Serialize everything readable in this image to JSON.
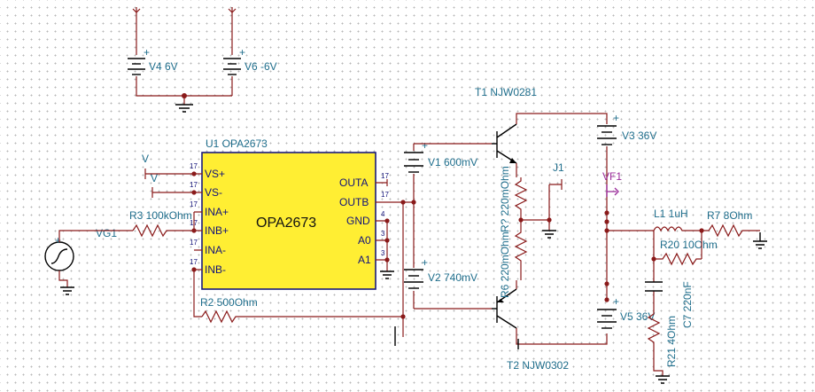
{
  "labels": {
    "u1": "U1 OPA2673",
    "u1_name": "OPA2673",
    "v4": "V4 6V",
    "v6": "V6 -6V",
    "t1": "T1 NJW0281",
    "t2": "T2 NJW0302",
    "v3": "V3 36V",
    "v5": "V5 36V",
    "v1": "V1 600mV",
    "v2": "V2 740mV",
    "j1": "J1",
    "vf1": "VF1",
    "l1": "L1 1uH",
    "r7": "R7 8Ohm",
    "r20": "R20 10Ohm",
    "c7": "C7 220nF",
    "r21": "R21 4Ohm",
    "r3": "R3 100kOhm",
    "r2": "R2 500Ohm",
    "rtop": "R? 220mOhm",
    "r6": "R6 220mOhm",
    "vg1": "VG1",
    "v_top": "V",
    "v_bot": "V"
  },
  "pins": {
    "vsp": "VS+",
    "vsm": "VS-",
    "inap": "INA+",
    "inbp": "INB+",
    "inam": "INA-",
    "inbm": "INB-",
    "outa": "OUTA",
    "outb": "OUTB",
    "gnd": "GND",
    "a0": "A0",
    "a1": "A1"
  },
  "pin_numbers": {
    "vsp": "17",
    "vsm": "17",
    "inap": "17",
    "inbp": "17",
    "inam": "17",
    "inbm": "17",
    "outa": "17",
    "outb": "17",
    "gnd": "4",
    "a0": "3",
    "a1": "3"
  },
  "colors": {
    "wire": "#8a1a1a",
    "chip_fill": "#ffee33",
    "label": "#1f6e8c",
    "pin_label": "#12127a",
    "probe_label": "#9a2b9a"
  }
}
